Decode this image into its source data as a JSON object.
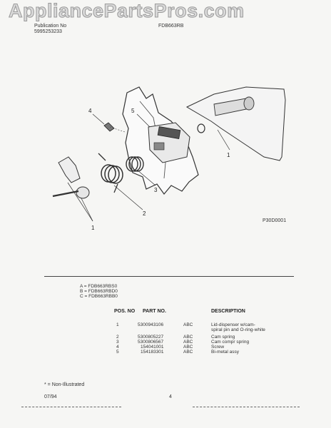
{
  "watermark": "AppliancePartsPros.com",
  "header": {
    "left_line1": "Publication No",
    "left_line2": "5995253233",
    "right_line1": "FDB663RB"
  },
  "diagram": {
    "callouts": [
      "4",
      "5",
      "1",
      "3",
      "2",
      "1"
    ],
    "figure_id": "P30D0001"
  },
  "models": [
    "A = FDB663RBS0",
    "B = FDB663RBD0",
    "C = FDB663RBB0"
  ],
  "columns": {
    "pos": "POS. NO",
    "part": "PART NO.",
    "desc": "DESCRIPTION"
  },
  "parts": [
    {
      "pos": "1",
      "part": "5300943106",
      "models": "ABC",
      "desc": "Lid-dispenser w/cam-",
      "desc2": "spiral pin and O-ring-white"
    },
    {
      "pos": "2",
      "part": "5300805227",
      "models": "ABC",
      "desc": "Cam spring",
      "desc2": ""
    },
    {
      "pos": "3",
      "part": "5300806567",
      "models": "ABC",
      "desc": "Cam compr spring",
      "desc2": ""
    },
    {
      "pos": "4",
      "part": "154041001",
      "models": "ABC",
      "desc": "Screw",
      "desc2": ""
    },
    {
      "pos": "5",
      "part": "154183301",
      "models": "ABC",
      "desc": "Bi-metal assy",
      "desc2": ""
    }
  ],
  "footer": {
    "note": "* = Non-Illustrated",
    "date": "07/94",
    "page": "4"
  }
}
